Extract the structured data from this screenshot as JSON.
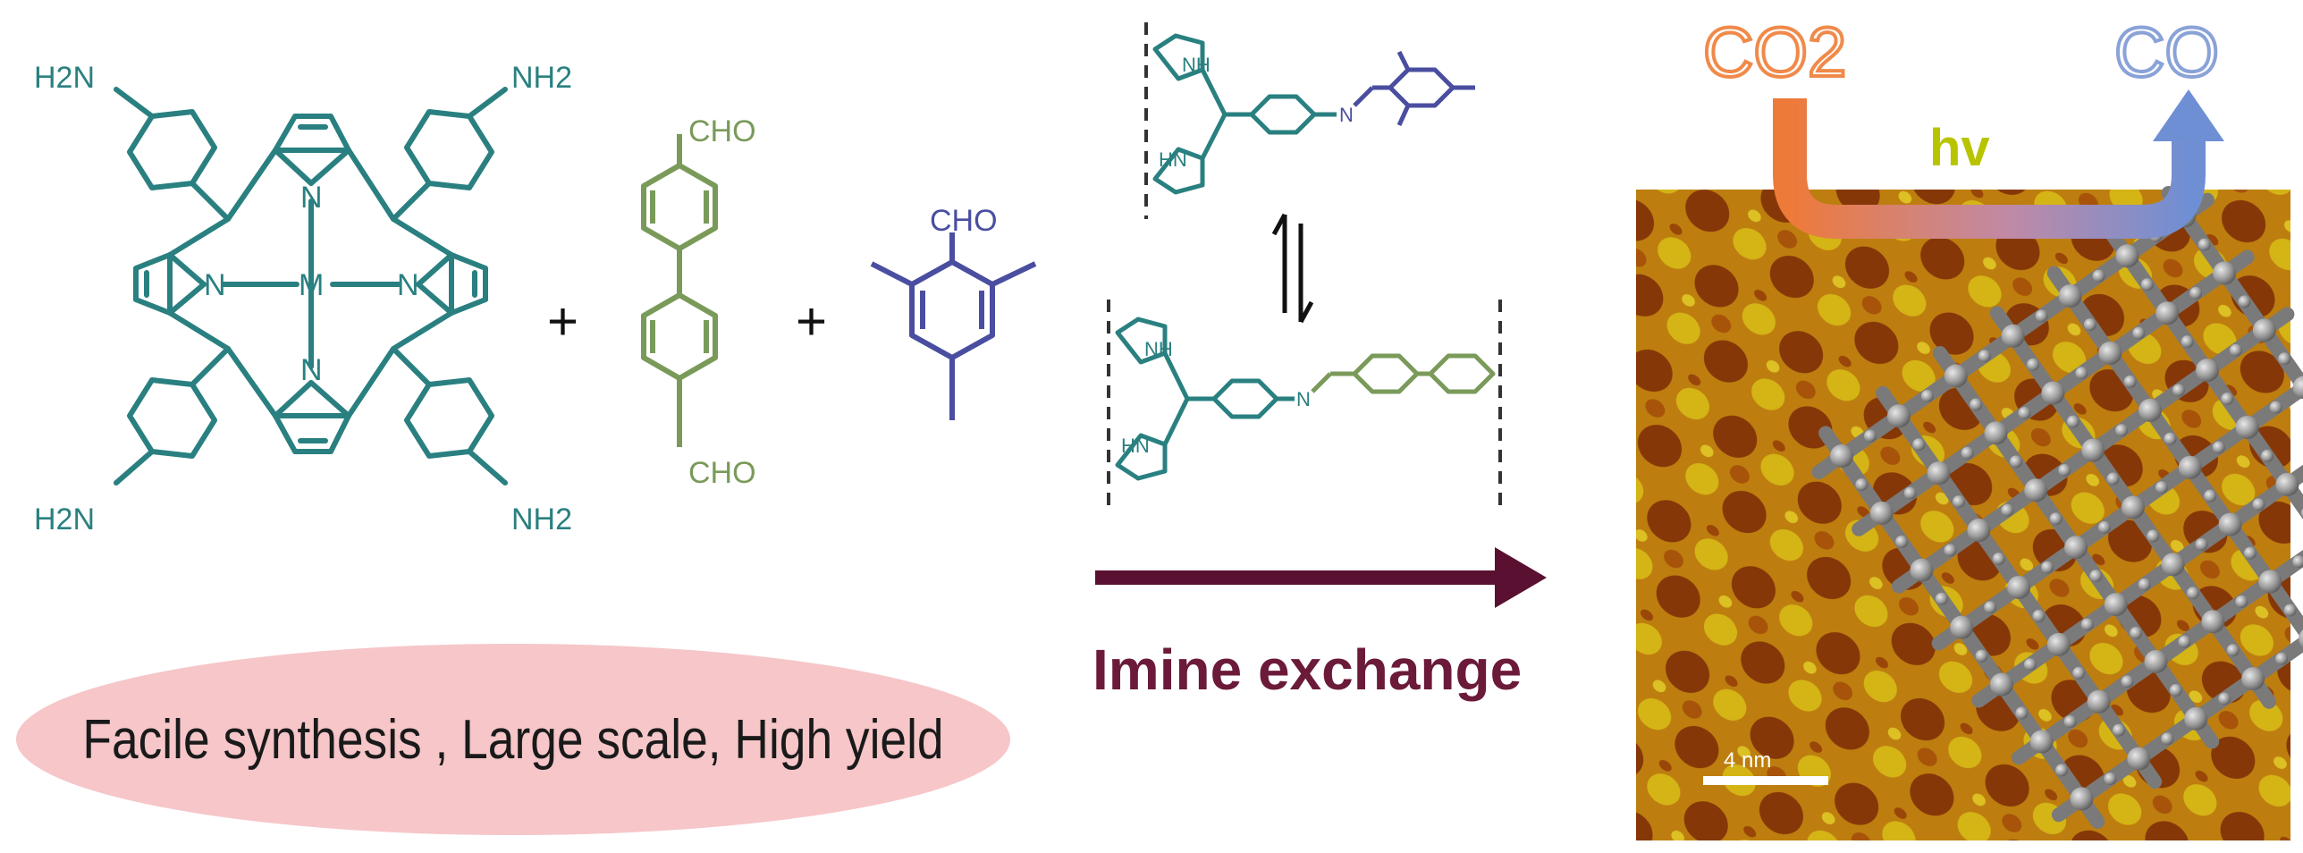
{
  "porphyrin": {
    "nh2_tl": "H2N",
    "nh2_tr": "NH2",
    "nh2_bl": "H2N",
    "nh2_br": "NH2",
    "n_top": "N",
    "n_left": "N",
    "n_right": "N",
    "n_bottom": "N",
    "metal": "M"
  },
  "plus_1": "+",
  "plus_2": "+",
  "biphenyl": {
    "cho_top": "CHO",
    "cho_bottom": "CHO"
  },
  "mesityl": {
    "cho": "CHO"
  },
  "scheme_top": {
    "nh": "NH",
    "hn": "HN",
    "n_imine": "N"
  },
  "scheme_bottom": {
    "nh": "NH",
    "hn": "HN",
    "n_imine": "N"
  },
  "reaction_arrow_label": "Imine exchange",
  "caption": "Facile synthesis , Large scale, High yield",
  "photoreduction": {
    "reactant": "CO2",
    "product": "CO",
    "light": "hv"
  },
  "scale_bar_label": "4 nm",
  "colors": {
    "porphyrin": "#2a8080",
    "biphenyl": "#7a9a5a",
    "mesityl": "#4a4ea0",
    "arrow": "#5a1030",
    "caption_bg": "#f6c6c9",
    "co2": "#f08a4a",
    "co": "#8aa2d8",
    "hv": "#b8c400"
  }
}
